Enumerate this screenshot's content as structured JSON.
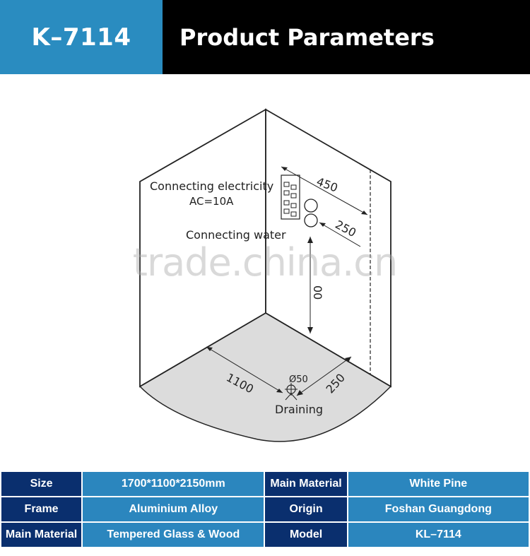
{
  "header": {
    "model_code": "K–7114",
    "title": "Product Parameters"
  },
  "diagram": {
    "label_electricity": "Connecting electricity",
    "label_voltage": "AC=10A",
    "label_water": "Connecting water",
    "dim_450": "450",
    "dim_250_top": "250",
    "dim_vertical": "00",
    "dim_1100": "1100",
    "dim_250_bottom": "250",
    "dim_drain_diameter": "Ø50",
    "label_draining": "Draining"
  },
  "watermark": "trade.china.cn",
  "params": {
    "rows": [
      {
        "label1": "Size",
        "value1": "1700*1100*2150mm",
        "label2": "Main Material",
        "value2": "White Pine"
      },
      {
        "label1": "Frame",
        "value1": "Aluminium Alloy",
        "label2": "Origin",
        "value2": "Foshan Guangdong"
      },
      {
        "label1": "Main Material",
        "value1": "Tempered Glass & Wood",
        "label2": "Model",
        "value2": "KL–7114"
      }
    ]
  },
  "colors": {
    "header_blue": "#2a8cc0",
    "header_black": "#000000",
    "label_cell": "#0a2f6e",
    "value_cell": "#2b86be",
    "tray_fill": "#dcdcdc"
  }
}
